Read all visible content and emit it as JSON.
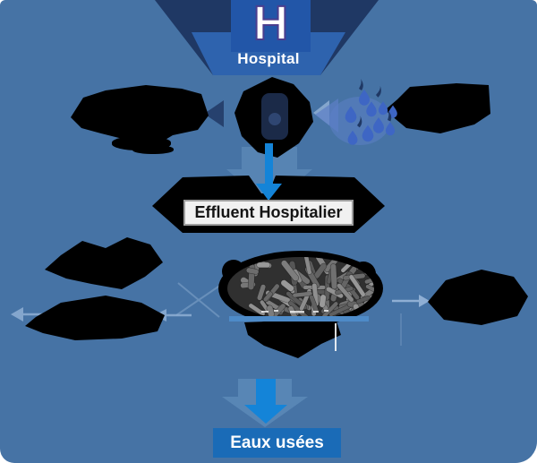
{
  "banner": {
    "letter": "H",
    "label": "Hospital"
  },
  "effluent": {
    "label": "Effluent Hospitalier"
  },
  "bottom": {
    "label": "Eaux usées"
  },
  "colors": {
    "bg": "#4673A5",
    "navy": "#1F3864",
    "bannerBlue": "#2256A8",
    "bannerFace": "#2E63AE",
    "arrow": "#1484D8",
    "arrowShadow": "#6390BD",
    "labelBox": "#F1F1F1",
    "labelBorder": "#9E9E9E",
    "bottomBox": "#1A6BB7",
    "drop": "#3E66C4",
    "dropDark": "#1F3864",
    "splash": "#5C7FC6",
    "faintArrow": "#8FAFD4",
    "faintLine": "#7FA3C8",
    "black": "#000000",
    "semBg": "#303030",
    "bar": "#4E8BC8"
  }
}
